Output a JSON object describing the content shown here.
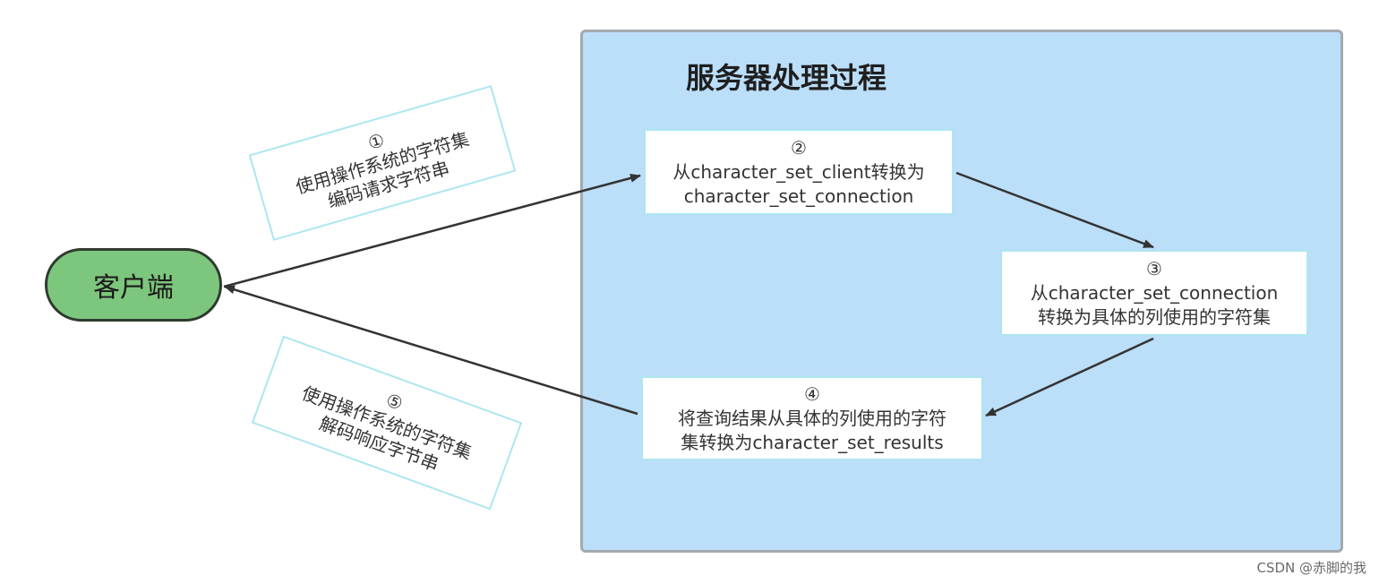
{
  "server": {
    "title": "服务器处理过程"
  },
  "client": {
    "label": "客户端"
  },
  "steps": [
    {
      "marker": "②",
      "line1": "从character_set_client转换为",
      "line2": "character_set_connection"
    },
    {
      "marker": "③",
      "line1": "从character_set_connection",
      "line2": "转换为具体的列使用的字符集"
    },
    {
      "marker": "④",
      "line1": "将查询结果从具体的列使用的字符",
      "line2": "集转换为character_set_results"
    }
  ],
  "notes": [
    {
      "marker": "①",
      "line1": "使用操作系统的字符集",
      "line2": "编码请求字符串"
    },
    {
      "marker": "⑤",
      "line1": "使用操作系统的字符集",
      "line2": "解码响应字节串"
    }
  ],
  "watermark": "CSDN @赤脚的我",
  "colors": {
    "panel_fill": "#bbdef9",
    "panel_border": "#a4a9ae",
    "client_fill": "#7dc67d",
    "box_border": "#ade6f0",
    "arrow": "#333333"
  }
}
